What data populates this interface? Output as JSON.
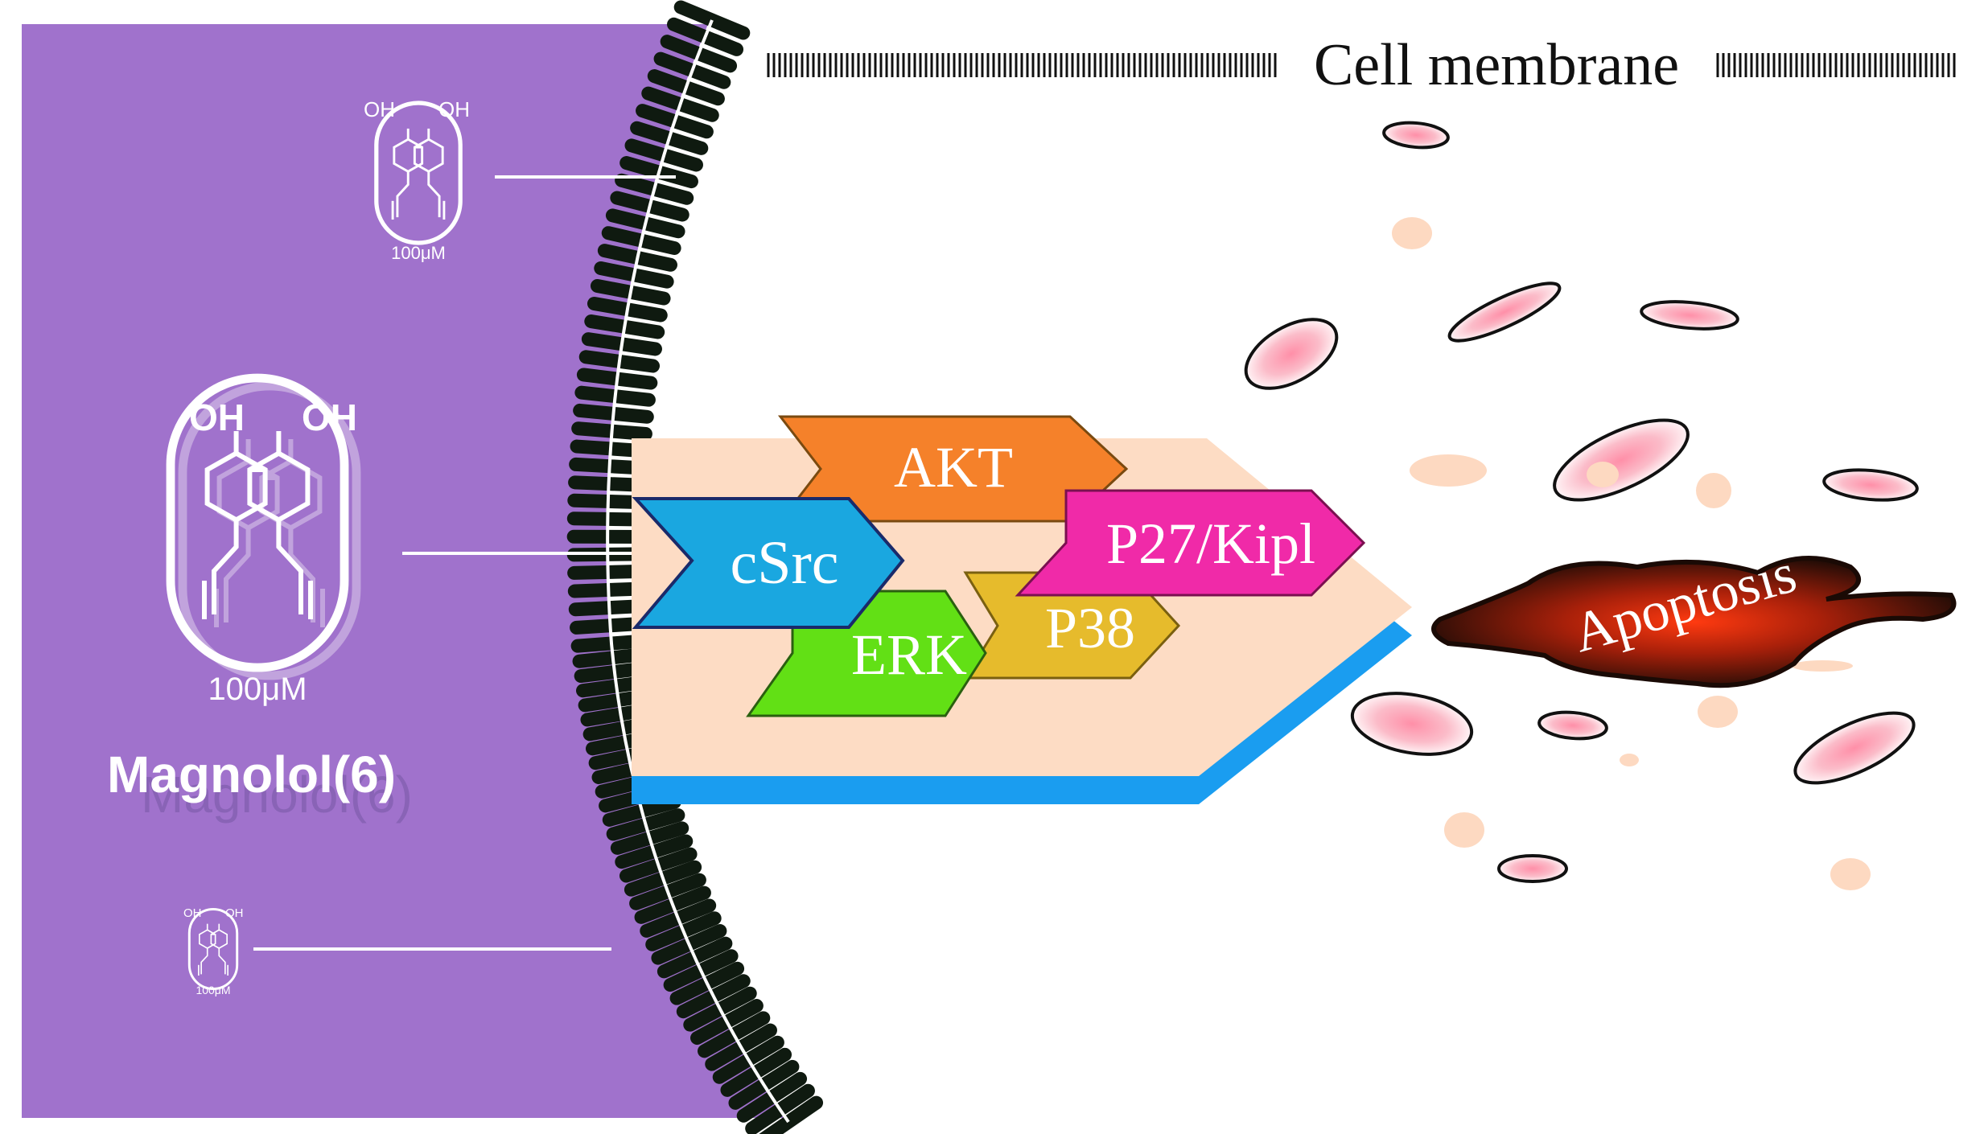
{
  "labels": {
    "cell_membrane": "Cell membrane",
    "compound_name": "Magnolol(6)",
    "concentration": "100μM",
    "oh": "OH",
    "apoptosis": "Apoptosis"
  },
  "pathway": {
    "akt": "AKT",
    "csrc": "cSrc",
    "p27": "P27/Kipl",
    "erk": "ERK",
    "p38": "P38"
  },
  "colors": {
    "cell_interior": "#a072cc",
    "membrane_bar": "#0f1a10",
    "akt": "#f5812a",
    "csrc": "#1aa7e0",
    "p27": "#f02aa8",
    "erk": "#62e015",
    "p38": "#e6bb2c",
    "platform": "#fddcc4",
    "platform_edge": "#1a9df0",
    "fragment_fill": "#f7c9d4",
    "apoptosis_blob": "#7a1a08"
  },
  "icons": {
    "molecule": "magnolol-structure-icon",
    "fragment": "cell-fragment-icon"
  }
}
